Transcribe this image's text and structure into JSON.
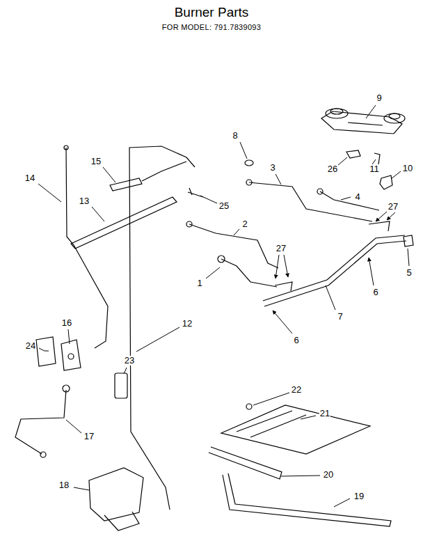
{
  "diagram": {
    "title": "Burner Parts",
    "caption": "FOR MODEL: 791.7839093",
    "labels": [
      "9",
      "8",
      "15",
      "14",
      "3",
      "26",
      "11",
      "10",
      "25",
      "4",
      "27",
      "13",
      "2",
      "5",
      "27",
      "1",
      "7",
      "6",
      "12",
      "6",
      "24",
      "16",
      "23",
      "22",
      "21",
      "17",
      "20",
      "18",
      "19"
    ]
  }
}
